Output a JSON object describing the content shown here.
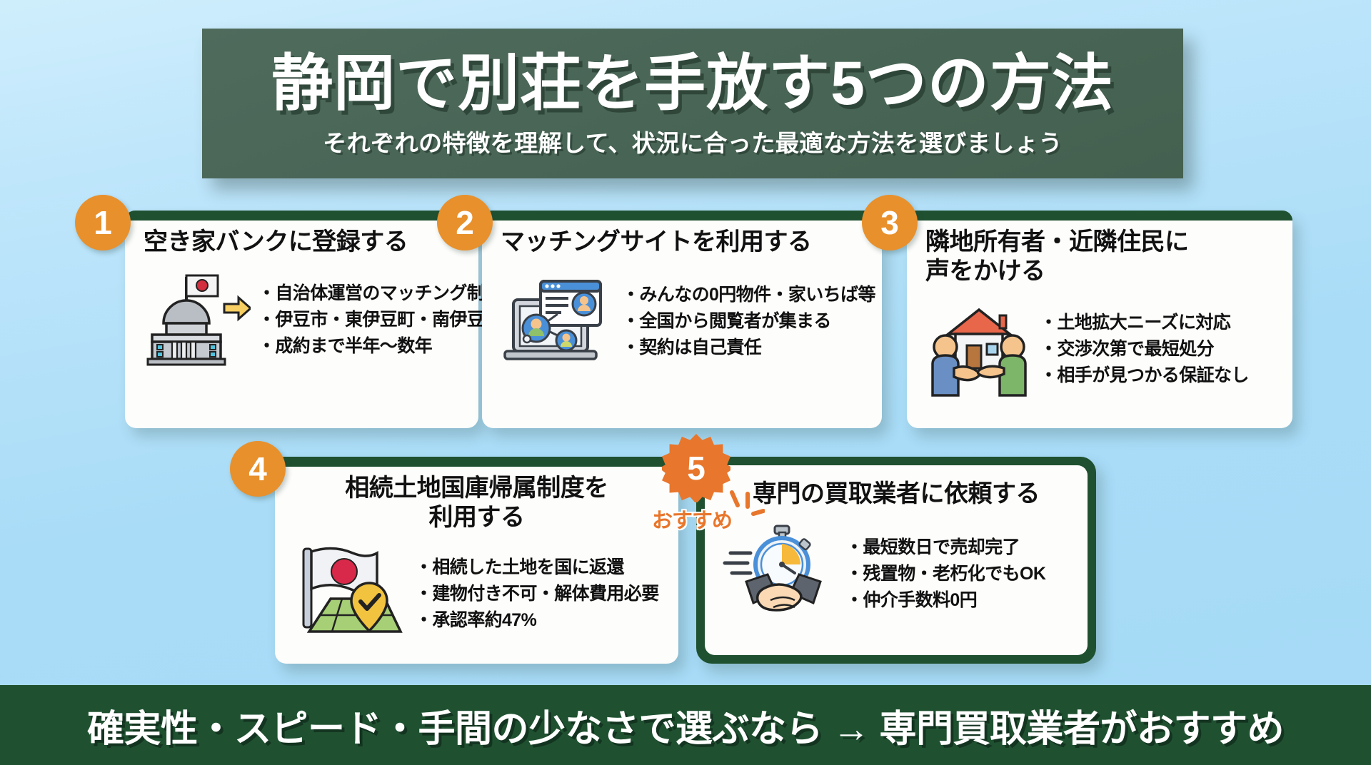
{
  "header": {
    "title": "静岡で別荘を手放す5つの方法",
    "subtitle": "それぞれの特徴を理解して、状況に合った最適な方法を選びましょう"
  },
  "colors": {
    "accent_orange": "#e8902c",
    "badge_orange": "#e8762c",
    "dark_green": "#1f5130",
    "header_green": "#4a6657",
    "card_bg": "#fdfdfb",
    "background_blue": "#bfe6fb"
  },
  "cards": [
    {
      "number": "1",
      "title": "空き家バンクに登録する",
      "icon": "government-building-flag-icon",
      "bullets": [
        "自治体運営のマッチング制度",
        "伊豆市・東伊豆町・南伊豆町等が運営",
        "成約まで半年〜数年"
      ]
    },
    {
      "number": "2",
      "title": "マッチングサイトを利用する",
      "icon": "laptop-network-users-icon",
      "bullets": [
        "みんなの0円物件・家いちば等",
        "全国から閲覧者が集まる",
        "契約は自己責任"
      ]
    },
    {
      "number": "3",
      "title": "隣地所有者・近隣住民に\n声をかける",
      "title_line1": "隣地所有者・近隣住民に",
      "title_line2": "声をかける",
      "icon": "handshake-house-neighbors-icon",
      "bullets": [
        "土地拡大ニーズに対応",
        "交渉次第で最短処分",
        "相手が見つかる保証なし"
      ]
    },
    {
      "number": "4",
      "title_line1": "相続土地国庫帰属制度を",
      "title_line2": "利用する",
      "icon": "japan-flag-land-pin-icon",
      "bullets": [
        "相続した土地を国に返還",
        "建物付き不可・解体費用必要",
        "承認率約47%"
      ]
    },
    {
      "number": "5",
      "title": "専門の買取業者に依頼する",
      "icon": "handshake-stopwatch-icon",
      "badge_label": "おすすめ",
      "recommended": true,
      "bullets": [
        "最短数日で売却完了",
        "残置物・老朽化でもOK",
        "仲介手数料0円"
      ]
    }
  ],
  "footer": {
    "text": "確実性・スピード・手間の少なさで選ぶなら → 専門買取業者がおすすめ"
  }
}
